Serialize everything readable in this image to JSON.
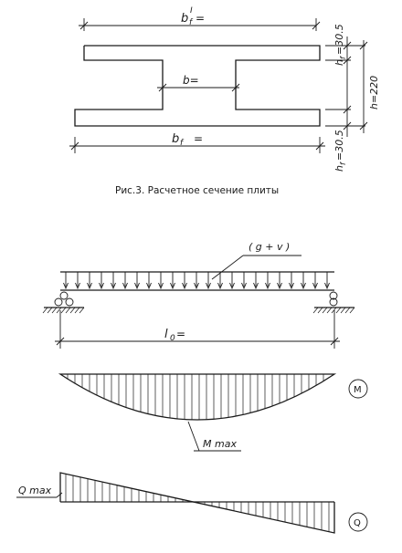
{
  "section": {
    "bf_top_label": "b",
    "bf_top_sub": "f",
    "bf_top_prime": "I",
    "bf_top_eq": "=",
    "b_label": "b=",
    "bf_bottom_label": "b",
    "bf_bottom_sub": "f",
    "bf_bottom_eq": "=",
    "hf_top_label": "h",
    "hf_top_sub": "f",
    "hf_top_value": "=30.5",
    "h_label": "h=220",
    "hf_bottom_label": "h",
    "hf_bottom_sub": "f",
    "hf_bottom_value": "=30.5"
  },
  "caption": "Рис.3. Расчетное сечение плиты",
  "beam": {
    "load_label": "( g  +  v )",
    "span_label": "l",
    "span_sub": "0",
    "span_eq": "="
  },
  "moment": {
    "label": "M  max",
    "badge": "M"
  },
  "shear": {
    "label": "Q  max",
    "badge": "Q"
  }
}
